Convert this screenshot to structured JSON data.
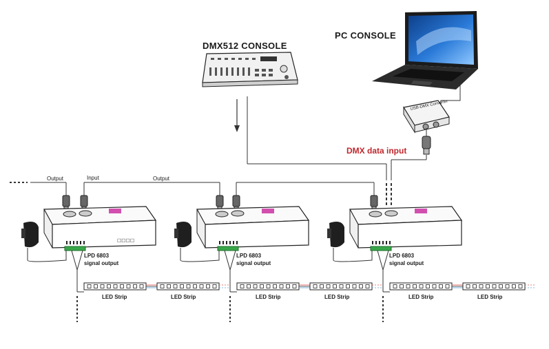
{
  "labels": {
    "dmx_console": "DMX512 CONSOLE",
    "pc_console": "PC CONSOLE",
    "dmx_data_input": "DMX data input",
    "usb_converter": "USB-DMX Converter",
    "output": "Output",
    "input": "Input",
    "lpd_line1": "LPD 6803",
    "lpd_line2": "signal output",
    "led_strip": "LED Strip"
  },
  "colors": {
    "wire": "#333333",
    "dmx_label": "#c0272d",
    "decoder_label": "#d24fb0",
    "terminal": "#3aa64a",
    "strip_red": "#d9534f",
    "strip_blue": "#5aa0d8"
  }
}
